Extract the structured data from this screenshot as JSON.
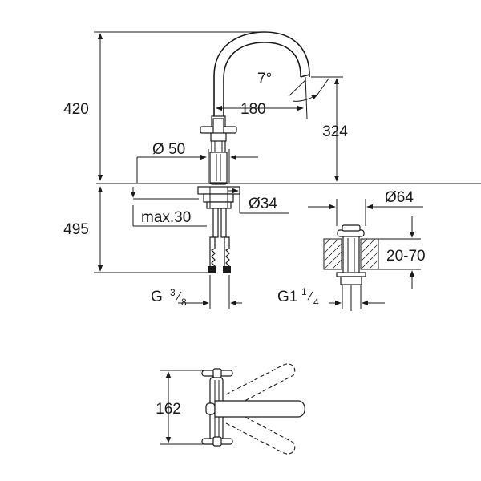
{
  "labels": {
    "height_total": "420",
    "height_below": "495",
    "spout_height": "324",
    "spout_reach": "180",
    "spout_angle": "7°",
    "base_diameter": "Ø 50",
    "hole_diameter": "Ø34",
    "max_thickness": "max.30",
    "connection_main": "G",
    "connection_num": "3",
    "connection_den": "8",
    "waste_diameter": "Ø64",
    "waste_range": "20-70",
    "waste_thread_main": "G1",
    "waste_thread_num": "1",
    "waste_thread_den": "4",
    "handle_span": "162"
  }
}
